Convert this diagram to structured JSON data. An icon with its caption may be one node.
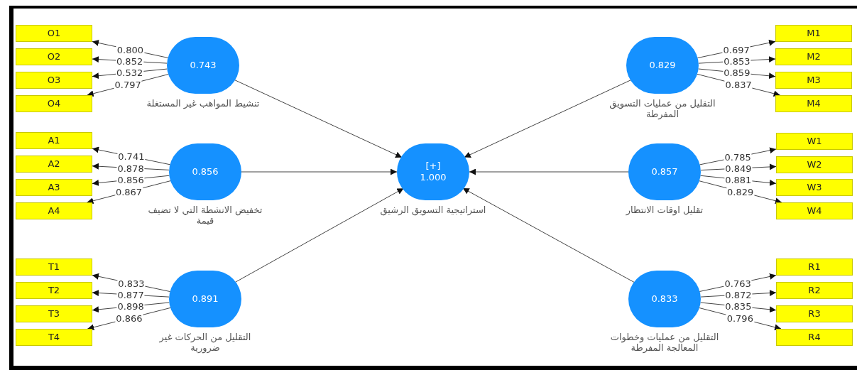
{
  "diagram": {
    "nodes": [
      {
        "text": [
          "0.743"
        ],
        "beside": [
          "تنشيط المواهب غير المستغلة"
        ]
      },
      {
        "text": [
          "O1"
        ]
      },
      {
        "text": [
          "O2"
        ]
      },
      {
        "text": [
          "O3"
        ]
      },
      {
        "text": [
          "O4"
        ]
      },
      {
        "text": [
          "0.829"
        ],
        "beside": [
          "التقليل من عمليات التسويق المفرطة"
        ]
      },
      {
        "text": [
          "M1"
        ]
      },
      {
        "text": [
          "M2"
        ]
      },
      {
        "text": [
          "M3"
        ]
      },
      {
        "text": [
          "M4"
        ]
      },
      {
        "text": [
          "0.856"
        ],
        "beside": [
          "تخفيض الانشطة التي لا تضيف قيمة"
        ]
      },
      {
        "text": [
          "A1"
        ]
      },
      {
        "text": [
          "A2"
        ]
      },
      {
        "text": [
          "A3"
        ]
      },
      {
        "text": [
          "A4"
        ]
      },
      {
        "text": [
          "[+]",
          "1.000"
        ],
        "beside": [
          "استراتيجية التسويق الرشيق"
        ]
      },
      {
        "text": [
          "0.857"
        ],
        "beside": [
          "تقليل اوقات الانتظار"
        ]
      },
      {
        "text": [
          "W1"
        ]
      },
      {
        "text": [
          "W2"
        ]
      },
      {
        "text": [
          "W3"
        ]
      },
      {
        "text": [
          "W4"
        ]
      },
      {
        "text": [
          "0.891"
        ],
        "beside": [
          "التقليل من الحركات غير ضرورية"
        ]
      },
      {
        "text": [
          "T1"
        ]
      },
      {
        "text": [
          "T2"
        ]
      },
      {
        "text": [
          "T3"
        ]
      },
      {
        "text": [
          "T4"
        ]
      },
      {
        "text": [
          "0.833"
        ],
        "beside": [
          "التقليل من عمليات وخطوات المعالجة المفرطة"
        ]
      },
      {
        "text": [
          "R1"
        ]
      },
      {
        "text": [
          "R2"
        ]
      },
      {
        "text": [
          "R3"
        ]
      },
      {
        "text": [
          "R4"
        ]
      }
    ],
    "edges": [
      {
        "from": 0,
        "to": 1,
        "arrow": "to",
        "label": "0.800"
      },
      {
        "from": 0,
        "to": 2,
        "arrow": "to",
        "label": "0.852"
      },
      {
        "from": 0,
        "to": 3,
        "arrow": "to",
        "label": "0.532"
      },
      {
        "from": 0,
        "to": 4,
        "arrow": "to",
        "label": "0.797"
      },
      {
        "from": 5,
        "to": 6,
        "arrow": "to",
        "label": "0.697"
      },
      {
        "from": 5,
        "to": 7,
        "arrow": "to",
        "label": "0.853"
      },
      {
        "from": 5,
        "to": 8,
        "arrow": "to",
        "label": "0.859"
      },
      {
        "from": 5,
        "to": 9,
        "arrow": "to",
        "label": "0.837"
      },
      {
        "from": 10,
        "to": 11,
        "arrow": "to",
        "label": "0.741"
      },
      {
        "from": 10,
        "to": 12,
        "arrow": "to",
        "label": "0.878"
      },
      {
        "from": 10,
        "to": 13,
        "arrow": "to",
        "label": "0.856"
      },
      {
        "from": 10,
        "to": 14,
        "arrow": "to",
        "label": "0.867"
      },
      {
        "from": 16,
        "to": 17,
        "arrow": "to",
        "label": "0.785"
      },
      {
        "from": 16,
        "to": 18,
        "arrow": "to",
        "label": "0.849"
      },
      {
        "from": 16,
        "to": 19,
        "arrow": "to",
        "label": "0.881"
      },
      {
        "from": 16,
        "to": 20,
        "arrow": "to",
        "label": "0.829"
      },
      {
        "from": 21,
        "to": 22,
        "arrow": "to",
        "label": "0.833"
      },
      {
        "from": 21,
        "to": 23,
        "arrow": "to",
        "label": "0.877"
      },
      {
        "from": 21,
        "to": 24,
        "arrow": "to",
        "label": "0.898"
      },
      {
        "from": 21,
        "to": 25,
        "arrow": "to",
        "label": "0.866"
      },
      {
        "from": 26,
        "to": 27,
        "arrow": "to",
        "label": "0.763"
      },
      {
        "from": 26,
        "to": 28,
        "arrow": "to",
        "label": "0.872"
      },
      {
        "from": 26,
        "to": 29,
        "arrow": "to",
        "label": "0.835"
      },
      {
        "from": 26,
        "to": 30,
        "arrow": "to",
        "label": "0.796"
      },
      {
        "from": 0,
        "to": 15,
        "arrow": "to"
      },
      {
        "from": 5,
        "to": 15,
        "arrow": "to"
      },
      {
        "from": 10,
        "to": 15,
        "arrow": "to"
      },
      {
        "from": 16,
        "to": 15,
        "arrow": "to"
      },
      {
        "from": 21,
        "to": 15,
        "arrow": "to"
      },
      {
        "from": 26,
        "to": 15,
        "arrow": "to"
      }
    ]
  }
}
